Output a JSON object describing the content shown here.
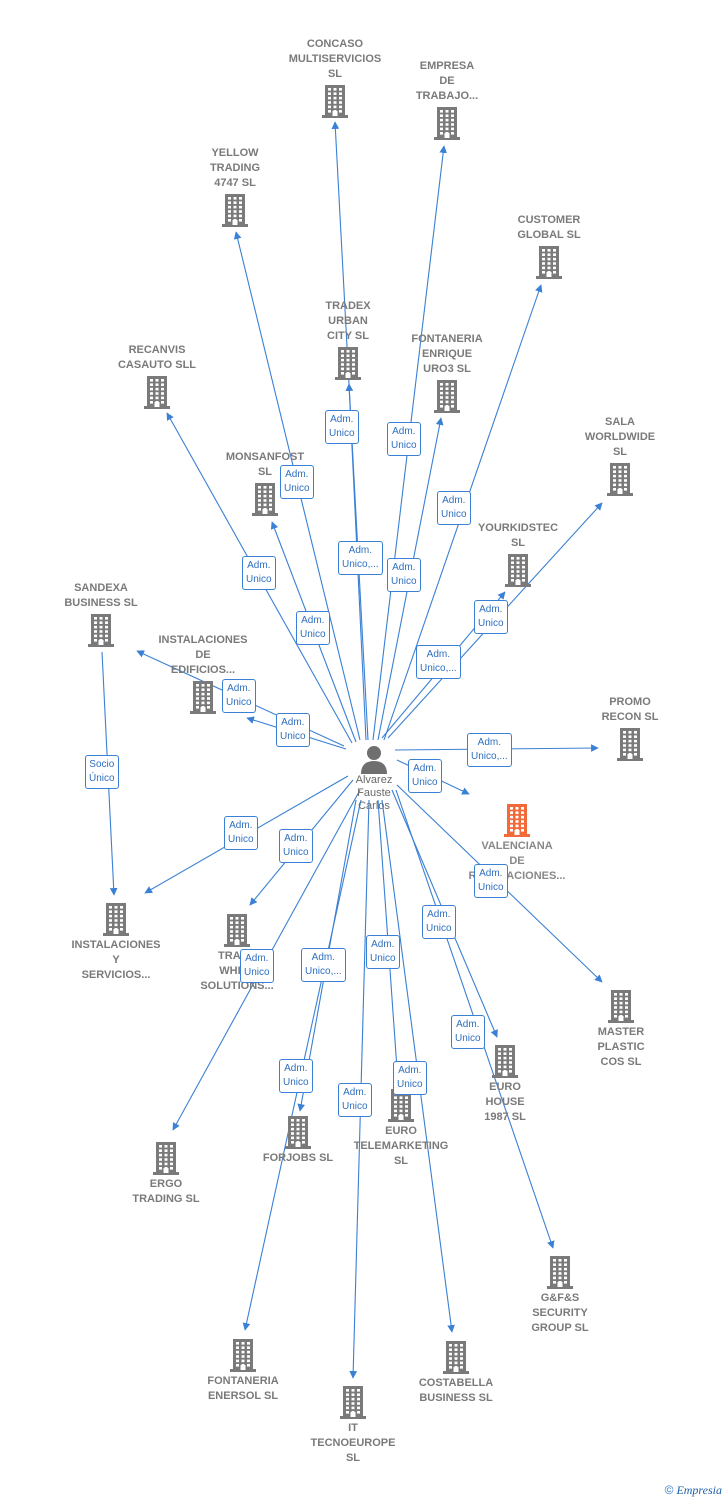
{
  "center": {
    "label": "Alvarez\nFauste\nCarlos",
    "icon": "person-icon"
  },
  "nodes": [
    {
      "id": "concaso",
      "label": "CONCASO\nMULTISERVICIOS\nSL",
      "icon": "building-icon"
    },
    {
      "id": "empresa",
      "label": "EMPRESA\nDE\nTRABAJO...",
      "icon": "building-icon"
    },
    {
      "id": "yellow",
      "label": "YELLOW\nTRADING\n4747  SL",
      "icon": "building-icon"
    },
    {
      "id": "customer",
      "label": "CUSTOMER\nGLOBAL  SL",
      "icon": "building-icon"
    },
    {
      "id": "tradex",
      "label": "TRADEX\nURBAN\nCITY  SL",
      "icon": "building-icon"
    },
    {
      "id": "recanvis",
      "label": "RECANVIS\nCASAUTO SLL",
      "icon": "building-icon"
    },
    {
      "id": "fontaneria_enr",
      "label": "FONTANERIA\nENRIQUE\nURO3 SL",
      "icon": "building-icon"
    },
    {
      "id": "sala",
      "label": "SALA\nWORLDWIDE\nSL",
      "icon": "building-icon"
    },
    {
      "id": "monsanfost",
      "label": "MONSANFOST\nSL",
      "icon": "building-icon"
    },
    {
      "id": "yourkidstec",
      "label": "YOURKIDSTEC\nSL",
      "icon": "building-icon"
    },
    {
      "id": "sandexa",
      "label": "SANDEXA\nBUSINESS SL",
      "icon": "building-icon"
    },
    {
      "id": "instalaciones_ed",
      "label": "INSTALACIONES\nDE\nEDIFICIOS...",
      "icon": "building-icon"
    },
    {
      "id": "promo",
      "label": "PROMO\nRECON  SL",
      "icon": "building-icon"
    },
    {
      "id": "valenciana",
      "label": "VALENCIANA\nDE\nREPARACIONES...",
      "icon": "building-icon",
      "highlight": true
    },
    {
      "id": "instalaciones_sv",
      "label": "INSTALACIONES\nY\nSERVICIOS...",
      "icon": "building-icon"
    },
    {
      "id": "trade_white",
      "label": "TRADE\nWHITE\nSOLUTIONS...",
      "icon": "building-icon"
    },
    {
      "id": "master",
      "label": "MASTER\nPLASTIC\nCOS SL",
      "icon": "building-icon"
    },
    {
      "id": "eurohouse",
      "label": "EURO\nHOUSE\n1987  SL",
      "icon": "building-icon"
    },
    {
      "id": "forjobs",
      "label": "FORJOBS SL",
      "icon": "building-icon"
    },
    {
      "id": "eurotele",
      "label": "EURO\nTELEMARKETING\nSL",
      "icon": "building-icon"
    },
    {
      "id": "ergo",
      "label": "ERGO\nTRADING  SL",
      "icon": "building-icon"
    },
    {
      "id": "gfs",
      "label": "G&F&S\nSECURITY\nGROUP  SL",
      "icon": "building-icon"
    },
    {
      "id": "fontaneria_ene",
      "label": "FONTANERIA\nENERSOL SL",
      "icon": "building-icon"
    },
    {
      "id": "costabella",
      "label": "COSTABELLA\nBUSINESS SL",
      "icon": "building-icon"
    },
    {
      "id": "it",
      "label": "IT\nTECNOEUROPE\nSL",
      "icon": "building-icon"
    }
  ],
  "edges": [
    {
      "to": "concaso",
      "label": "Adm.\nUnico"
    },
    {
      "to": "empresa",
      "label": "Adm.\nUnico"
    },
    {
      "to": "yellow",
      "label": "Adm.\nUnico"
    },
    {
      "to": "customer",
      "label": "Adm.\nUnico"
    },
    {
      "to": "tradex",
      "label": "Adm.\nUnico,..."
    },
    {
      "to": "recanvis",
      "label": "Adm.\nUnico"
    },
    {
      "to": "fontaneria_enr",
      "label": "Adm.\nUnico"
    },
    {
      "to": "sala",
      "label": "Adm.\nUnico"
    },
    {
      "to": "monsanfost",
      "label": "Adm.\nUnico"
    },
    {
      "to": "yourkidstec",
      "label": "Adm.\nUnico,..."
    },
    {
      "to": "sandexa",
      "label": "Adm.\nUnico"
    },
    {
      "to": "instalaciones_ed",
      "label": "Adm.\nUnico"
    },
    {
      "to": "promo",
      "label": "Adm.\nUnico,..."
    },
    {
      "to": "valenciana",
      "label": "Adm.\nUnico"
    },
    {
      "to": "instalaciones_sv",
      "label": "Adm.\nUnico"
    },
    {
      "to": "trade_white",
      "label": "Adm.\nUnico"
    },
    {
      "to": "master",
      "label": "Adm.\nUnico"
    },
    {
      "to": "eurohouse",
      "label": "Adm.\nUnico"
    },
    {
      "to": "forjobs",
      "label": "Adm.\nUnico,..."
    },
    {
      "to": "eurotele",
      "label": "Adm.\nUnico"
    },
    {
      "to": "ergo",
      "label": "Adm.\nUnico"
    },
    {
      "to": "gfs",
      "label": "Adm.\nUnico"
    },
    {
      "to": "fontaneria_ene",
      "label": "Adm.\nUnico"
    },
    {
      "to": "costabella",
      "label": "Adm.\nUnico"
    },
    {
      "to": "it",
      "label": "Adm.\nUnico"
    }
  ],
  "side_edges": [
    {
      "from": "sandexa",
      "to": "instalaciones_sv",
      "label": "Socio\nÚnico"
    }
  ],
  "colors": {
    "edge": "#3a80d4",
    "building": "#7a7a7a",
    "highlight": "#f26a3a",
    "badge_text": "#2f6fbf"
  },
  "brand": {
    "copyright": "©",
    "name": "Empresia"
  }
}
